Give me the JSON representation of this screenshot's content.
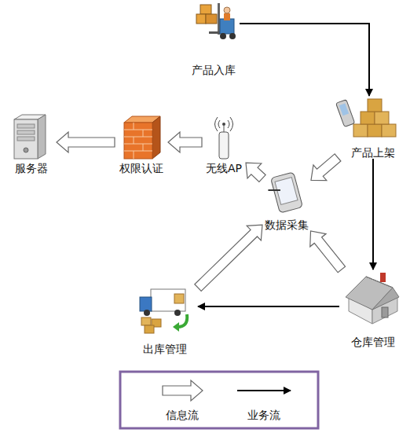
{
  "diagram": {
    "nodes": [
      {
        "text": [
          "产品入库"
        ]
      },
      {
        "text": [
          "服务器"
        ]
      },
      {
        "text": [
          "权限认证"
        ]
      },
      {
        "text": [
          "无线AP"
        ]
      },
      {
        "text": [
          "产品上架"
        ]
      },
      {
        "text": [
          "数据采集"
        ]
      },
      {
        "text": [
          "出库管理"
        ]
      },
      {
        "text": [
          "仓库管理"
        ]
      }
    ],
    "edges": [
      {
        "from": 0,
        "to": 4,
        "arrow": "to"
      },
      {
        "from": 4,
        "to": 7,
        "arrow": "to"
      },
      {
        "from": 7,
        "to": 6,
        "arrow": "to"
      },
      {
        "from": 4,
        "to": 5,
        "arrow": "to"
      },
      {
        "from": 7,
        "to": 5,
        "arrow": "to"
      },
      {
        "from": 6,
        "to": 5,
        "arrow": "to"
      },
      {
        "from": 5,
        "to": 3,
        "arrow": "to"
      },
      {
        "from": 3,
        "to": 2,
        "arrow": "to"
      },
      {
        "from": 2,
        "to": 1,
        "arrow": "to"
      }
    ],
    "legend": [
      {
        "text": "信息流"
      },
      {
        "text": "业务流"
      }
    ]
  }
}
